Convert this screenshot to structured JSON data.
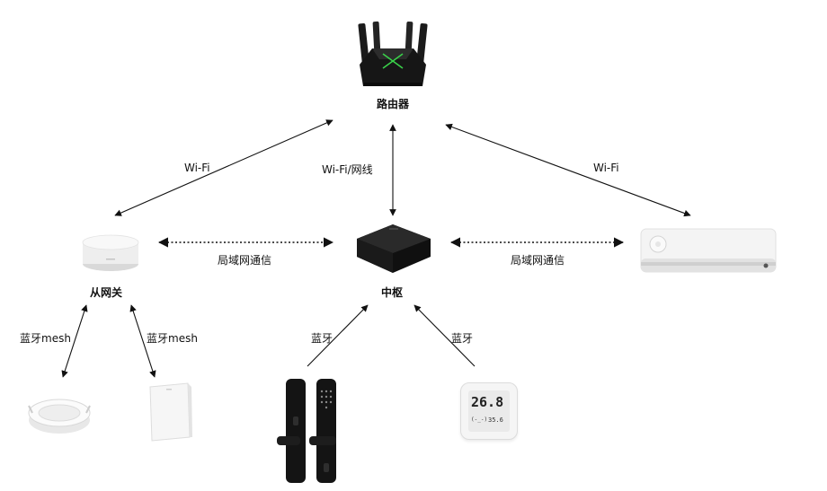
{
  "nodes": {
    "router": {
      "label": "路由器"
    },
    "hub": {
      "label": "中枢"
    },
    "gateway": {
      "label": "从网关"
    }
  },
  "edges": {
    "wifi_left": "Wi-Fi",
    "wifi_mid": "Wi-Fi/网线",
    "wifi_right": "Wi-Fi",
    "lan_left": "局域网通信",
    "lan_right": "局域网通信",
    "bt_mesh_1": "蓝牙mesh",
    "bt_mesh_2": "蓝牙mesh",
    "bt_lock": "蓝牙",
    "bt_sensor": "蓝牙"
  },
  "devices": {
    "sensor": {
      "temp_display": "26.8",
      "humidity_display": "35.6"
    }
  }
}
